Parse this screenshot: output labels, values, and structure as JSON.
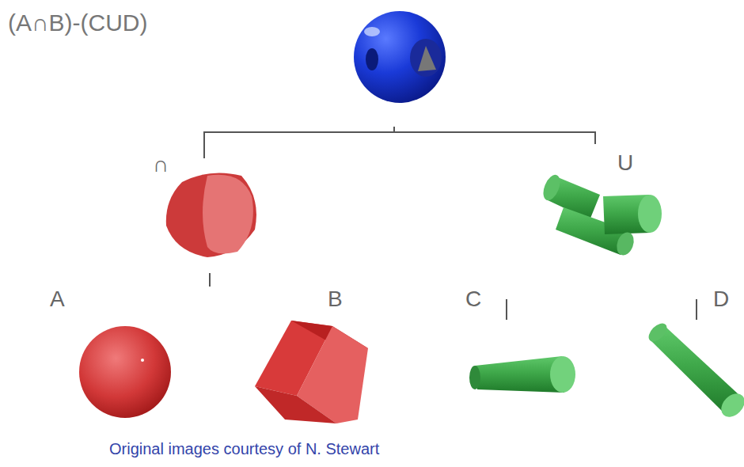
{
  "diagram": {
    "title": "(A∩B)-(CUD)",
    "caption": "Original images courtesy of N. Stewart",
    "nodes": [
      {
        "text": [
          "∩"
        ]
      },
      {
        "text": [
          "U"
        ]
      },
      {
        "text": [
          "A"
        ]
      },
      {
        "text": [
          "B"
        ]
      },
      {
        "text": [
          "C"
        ]
      },
      {
        "text": [
          "D"
        ]
      }
    ]
  }
}
